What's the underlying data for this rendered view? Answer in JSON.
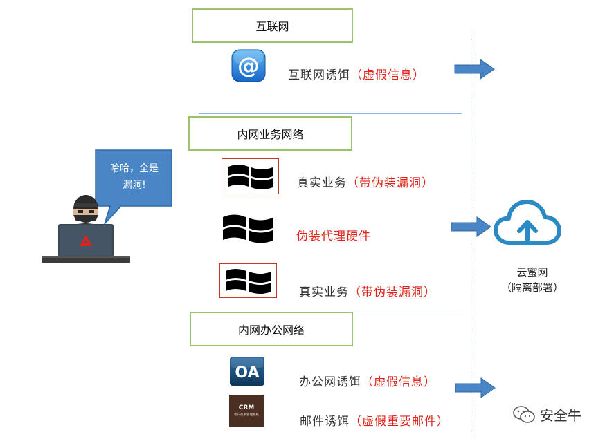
{
  "sections": {
    "internet": "互联网",
    "intranet_business": "内网业务网络",
    "intranet_office": "内网办公网络"
  },
  "rows": {
    "internet_lure": {
      "main": "互联网诱饵",
      "note": "（虚假信息）"
    },
    "real_business_1": {
      "main": "真实业务",
      "note": "（带伪装漏洞）"
    },
    "fake_proxy": {
      "main": "伪装代理硬件"
    },
    "real_business_2": {
      "main": "真实业务",
      "note": "（带伪装漏洞）"
    },
    "office_lure": {
      "main": "办公网诱饵",
      "note": "（虚假信息）"
    },
    "mail_lure": {
      "main": "邮件诱饵",
      "note": "（虚假重要邮件）"
    }
  },
  "hacker_bubble": {
    "line1": "哈哈，全是",
    "line2": "漏洞!"
  },
  "cloud": {
    "name": "云蜜网",
    "note": "（隔离部署）"
  },
  "icons": {
    "oa_label": "OA",
    "crm_label": "CRM",
    "crm_sub": "客户关系管理系统"
  },
  "watermark": "安全牛",
  "colors": {
    "section_border": "#9bc36a",
    "red_note": "#e0241b",
    "arrow_blue": "#4a86c5",
    "divider": "#8fb2d4",
    "bubble": "#4a86c5"
  }
}
